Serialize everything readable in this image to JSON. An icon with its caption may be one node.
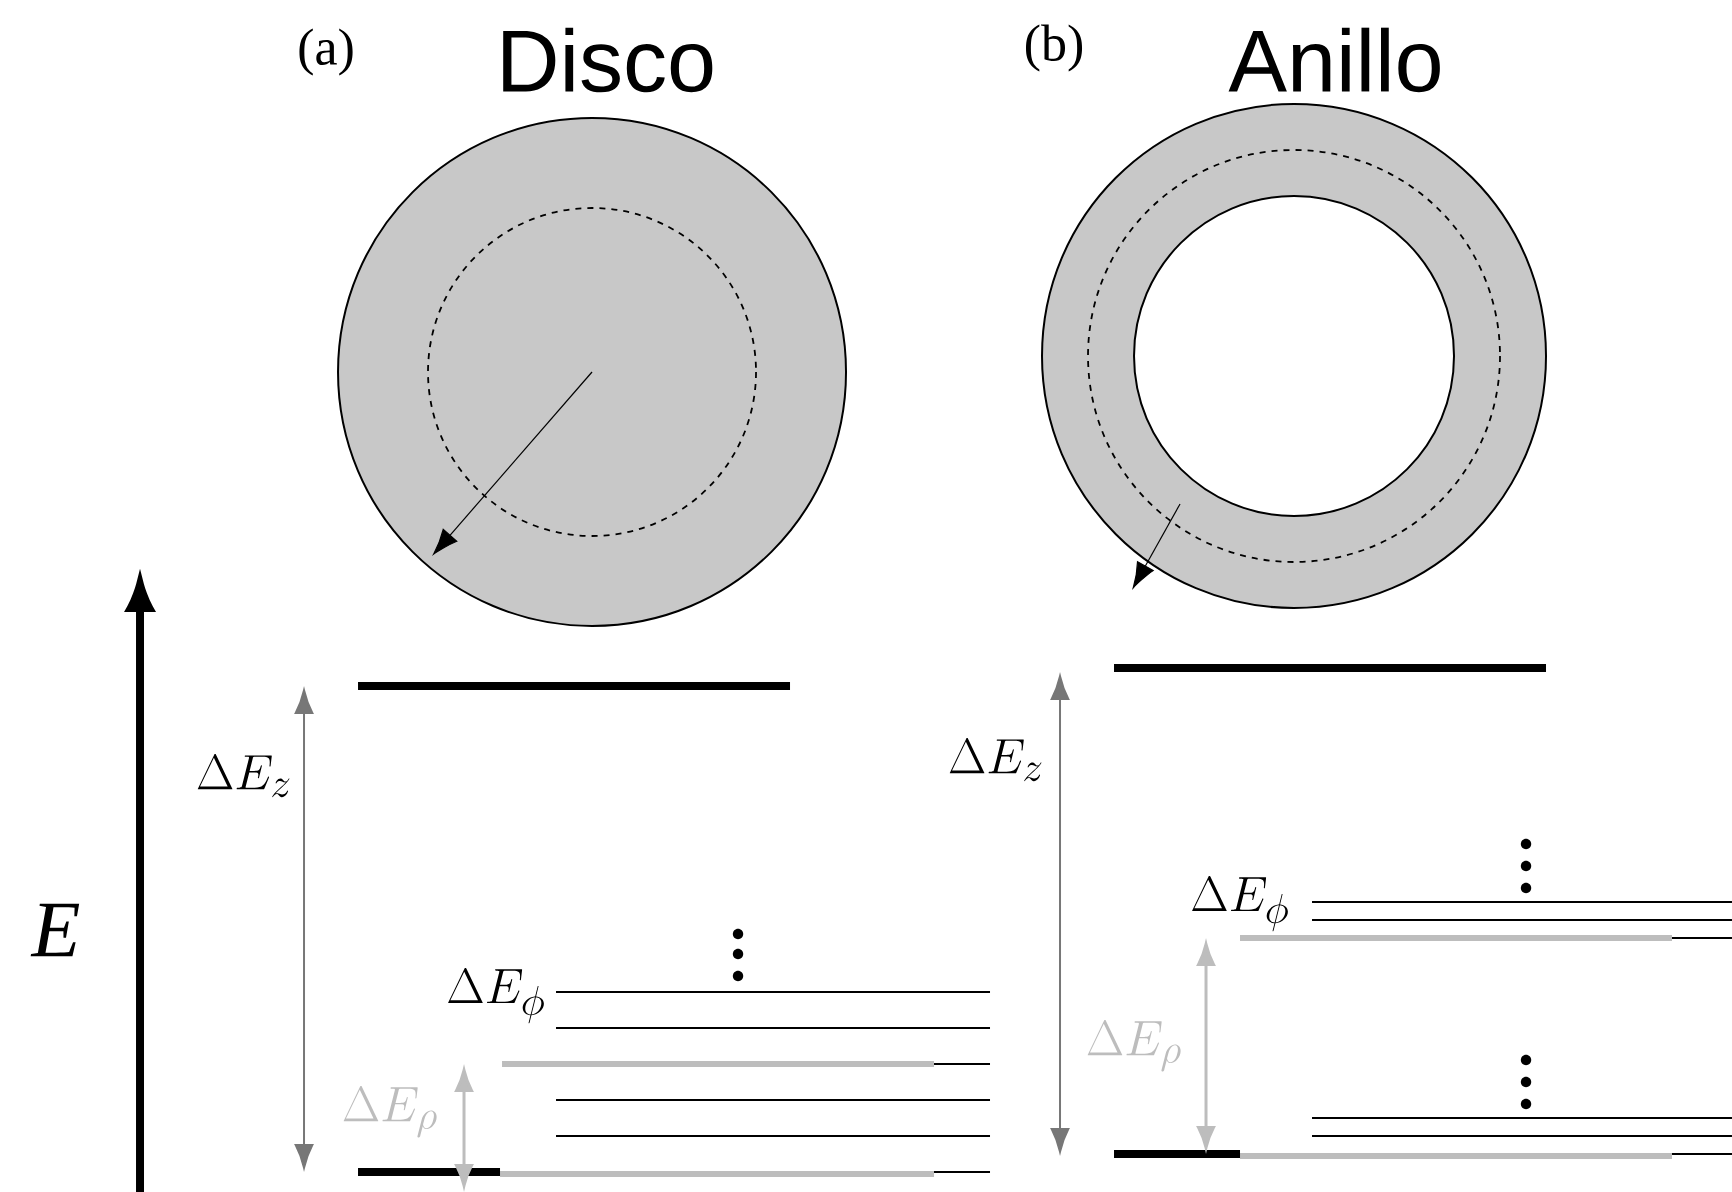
{
  "diagram": {
    "labels": [
      "(a)",
      "Disco",
      "(b)",
      "Anillo",
      "E",
      "\\Delta E_z",
      "\\Delta E_z",
      "\\Delta E_\\phi",
      "\\Delta E_\\phi",
      "\\Delta E_\\rho",
      "\\Delta E_\\rho"
    ]
  }
}
